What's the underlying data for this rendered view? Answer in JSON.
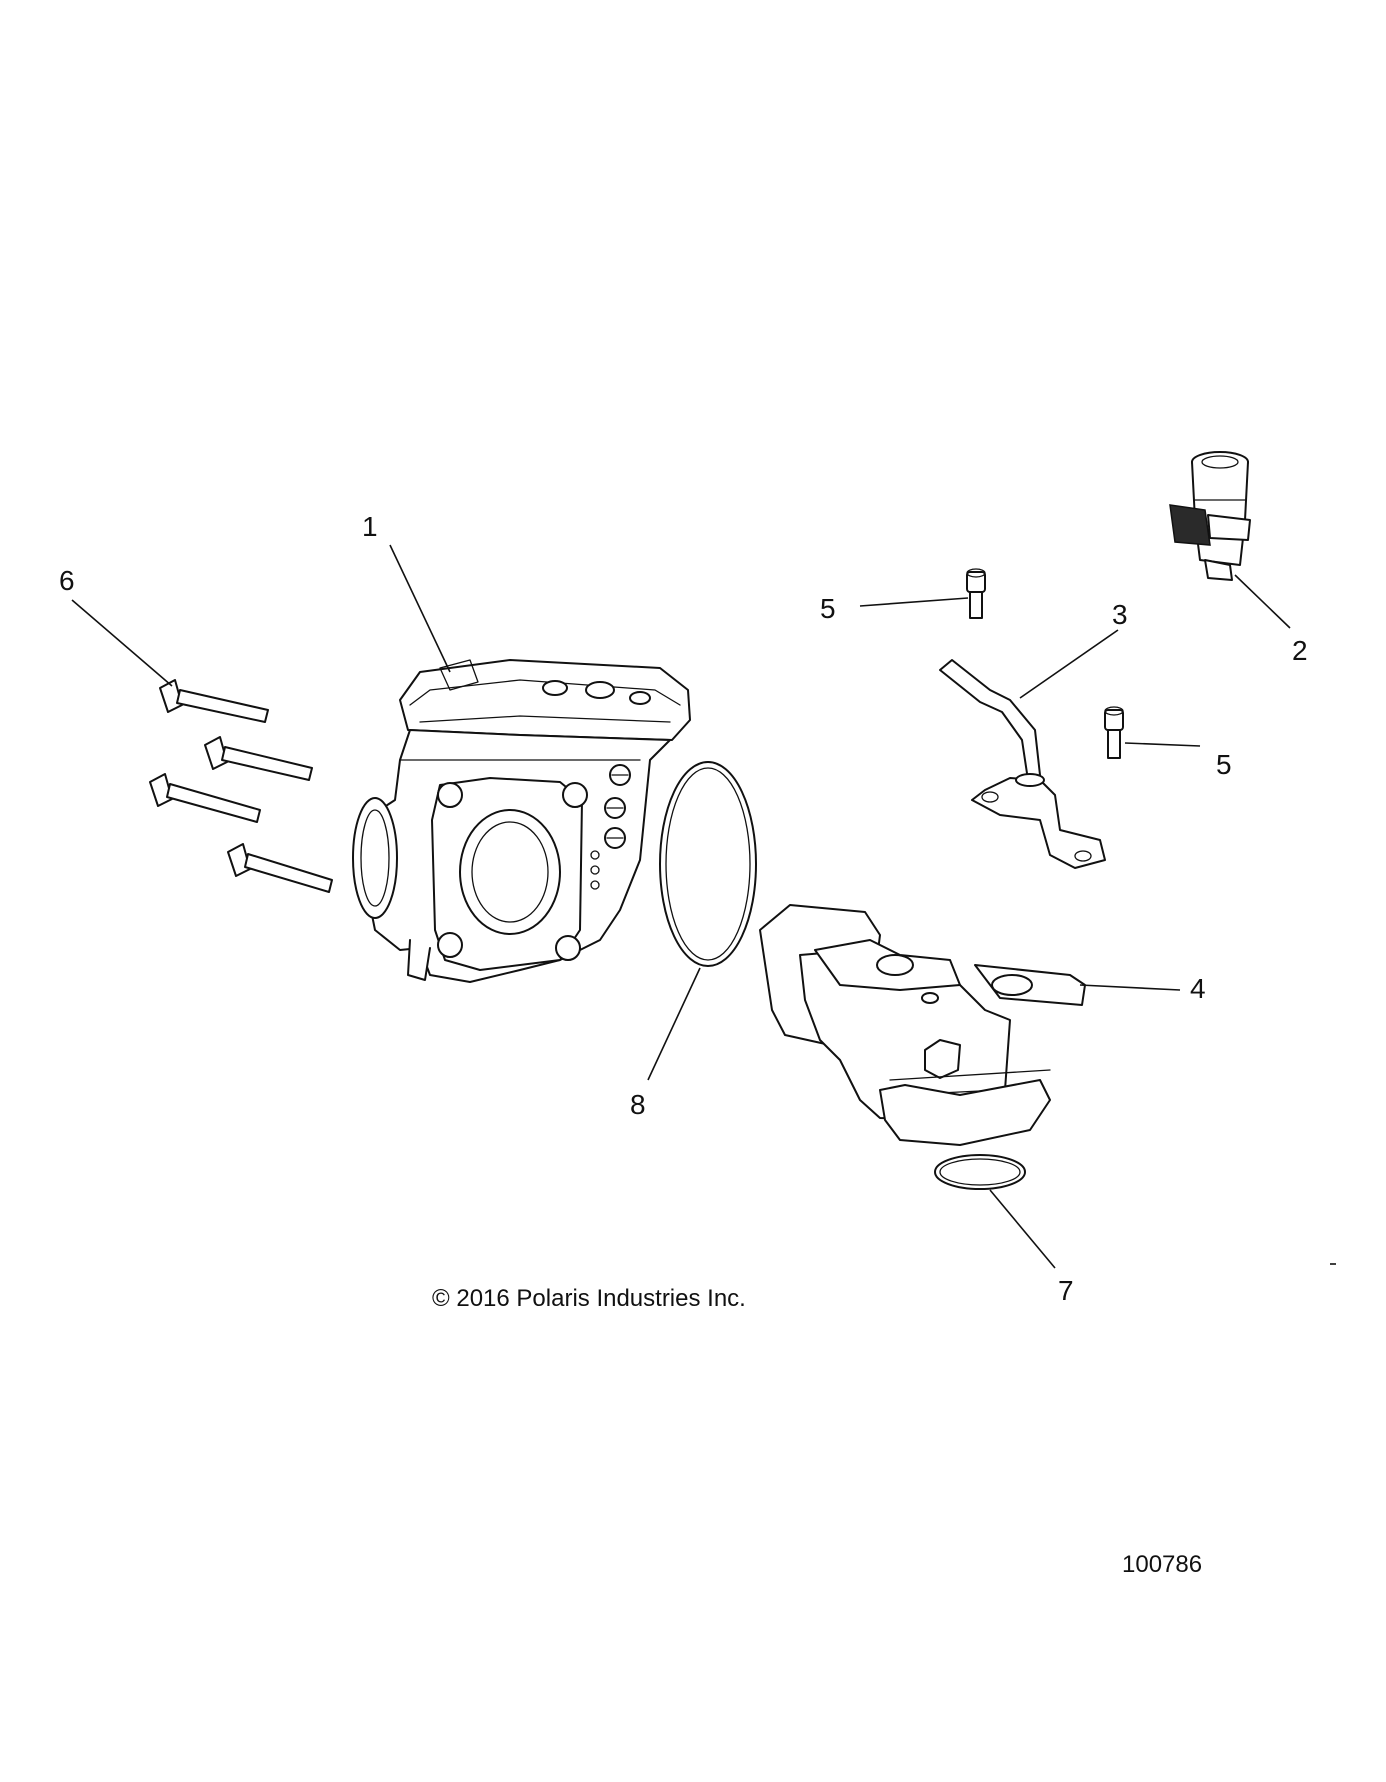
{
  "callouts": {
    "c1": "1",
    "c2": "2",
    "c3": "3",
    "c4": "4",
    "c5a": "5",
    "c5b": "5",
    "c6": "6",
    "c7": "7",
    "c8": "8"
  },
  "copyright": "© 2016 Polaris Industries Inc.",
  "figure_number": "100786",
  "colors": {
    "line": "#111111",
    "background": "#ffffff"
  }
}
